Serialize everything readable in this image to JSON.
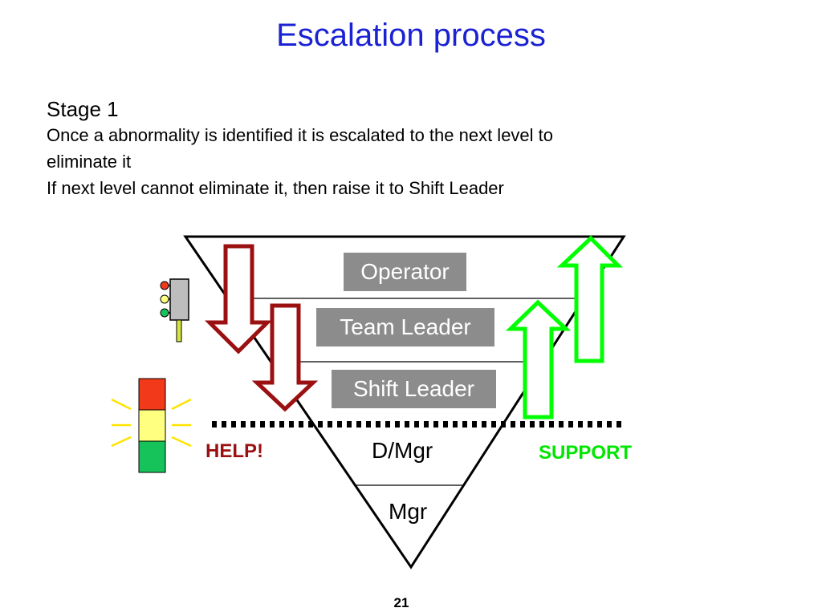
{
  "title": "Escalation process",
  "stage_heading": "Stage 1",
  "lines": [
    "Once a abnormality is identified it is escalated to the next level to",
    "eliminate it",
    "If next level cannot eliminate it, then raise it to Shift Leader"
  ],
  "levels": {
    "operator": "Operator",
    "team_leader": "Team Leader",
    "shift_leader": "Shift Leader",
    "dept_manager": "D/Mgr",
    "manager": "Mgr"
  },
  "help_label": "HELP!",
  "support_label": "SUPPORT",
  "page_number": "21",
  "colors": {
    "title": "#1a22d4",
    "help": "#9b1010",
    "support": "#00e600",
    "level_box": "#8c8c8c",
    "escalation_arrow": "#9b1010",
    "support_arrow": "#00ff00",
    "signal_red": "#f23a1a",
    "signal_yellow": "#ffff80",
    "signal_green": "#16c35a"
  },
  "icons": [
    "traffic-light-icon",
    "andon-light-icon"
  ]
}
